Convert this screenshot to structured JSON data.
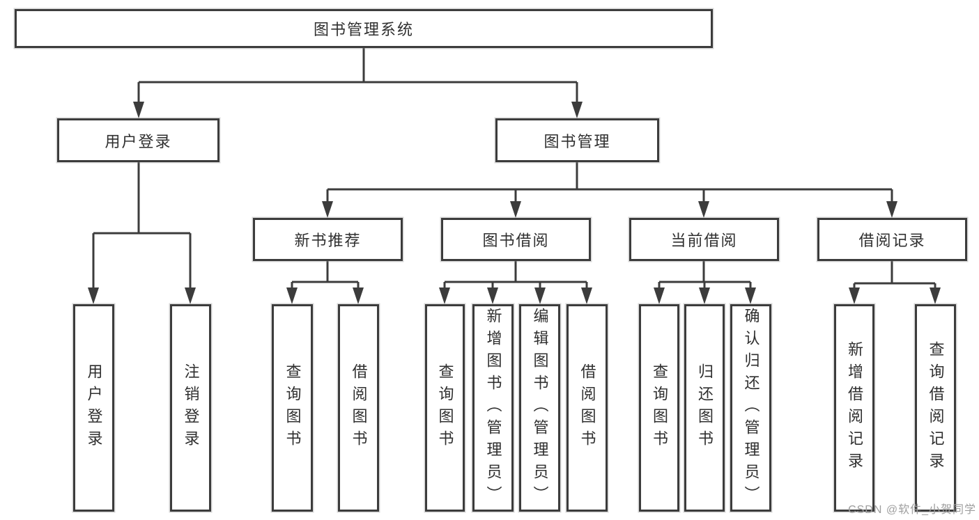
{
  "diagram": {
    "root": {
      "label": "图书管理系统"
    },
    "level2": [
      {
        "label": "用户登录",
        "children": [
          {
            "label": "用户登录"
          },
          {
            "label": "注销登录"
          }
        ]
      },
      {
        "label": "图书管理",
        "children": [
          {
            "label": "新书推荐",
            "children": [
              {
                "label": "查询图书"
              },
              {
                "label": "借阅图书"
              }
            ]
          },
          {
            "label": "图书借阅",
            "children": [
              {
                "label": "查询图书"
              },
              {
                "label": "新增图书（管理员）"
              },
              {
                "label": "编辑图书（管理员）"
              },
              {
                "label": "借阅图书"
              }
            ]
          },
          {
            "label": "当前借阅",
            "children": [
              {
                "label": "查询图书"
              },
              {
                "label": "归还图书"
              },
              {
                "label": "确认归还（管理员）"
              }
            ]
          },
          {
            "label": "借阅记录",
            "children": [
              {
                "label": "新增借阅记录"
              },
              {
                "label": "查询借阅记录"
              }
            ]
          }
        ]
      }
    ]
  },
  "watermark": {
    "text": "CSDN @软件_小贺同学"
  },
  "colors": {
    "line": "#3c3c3c",
    "text": "#2f2f2f",
    "watermark": "#9e9e9e",
    "background": "#ffffff"
  }
}
